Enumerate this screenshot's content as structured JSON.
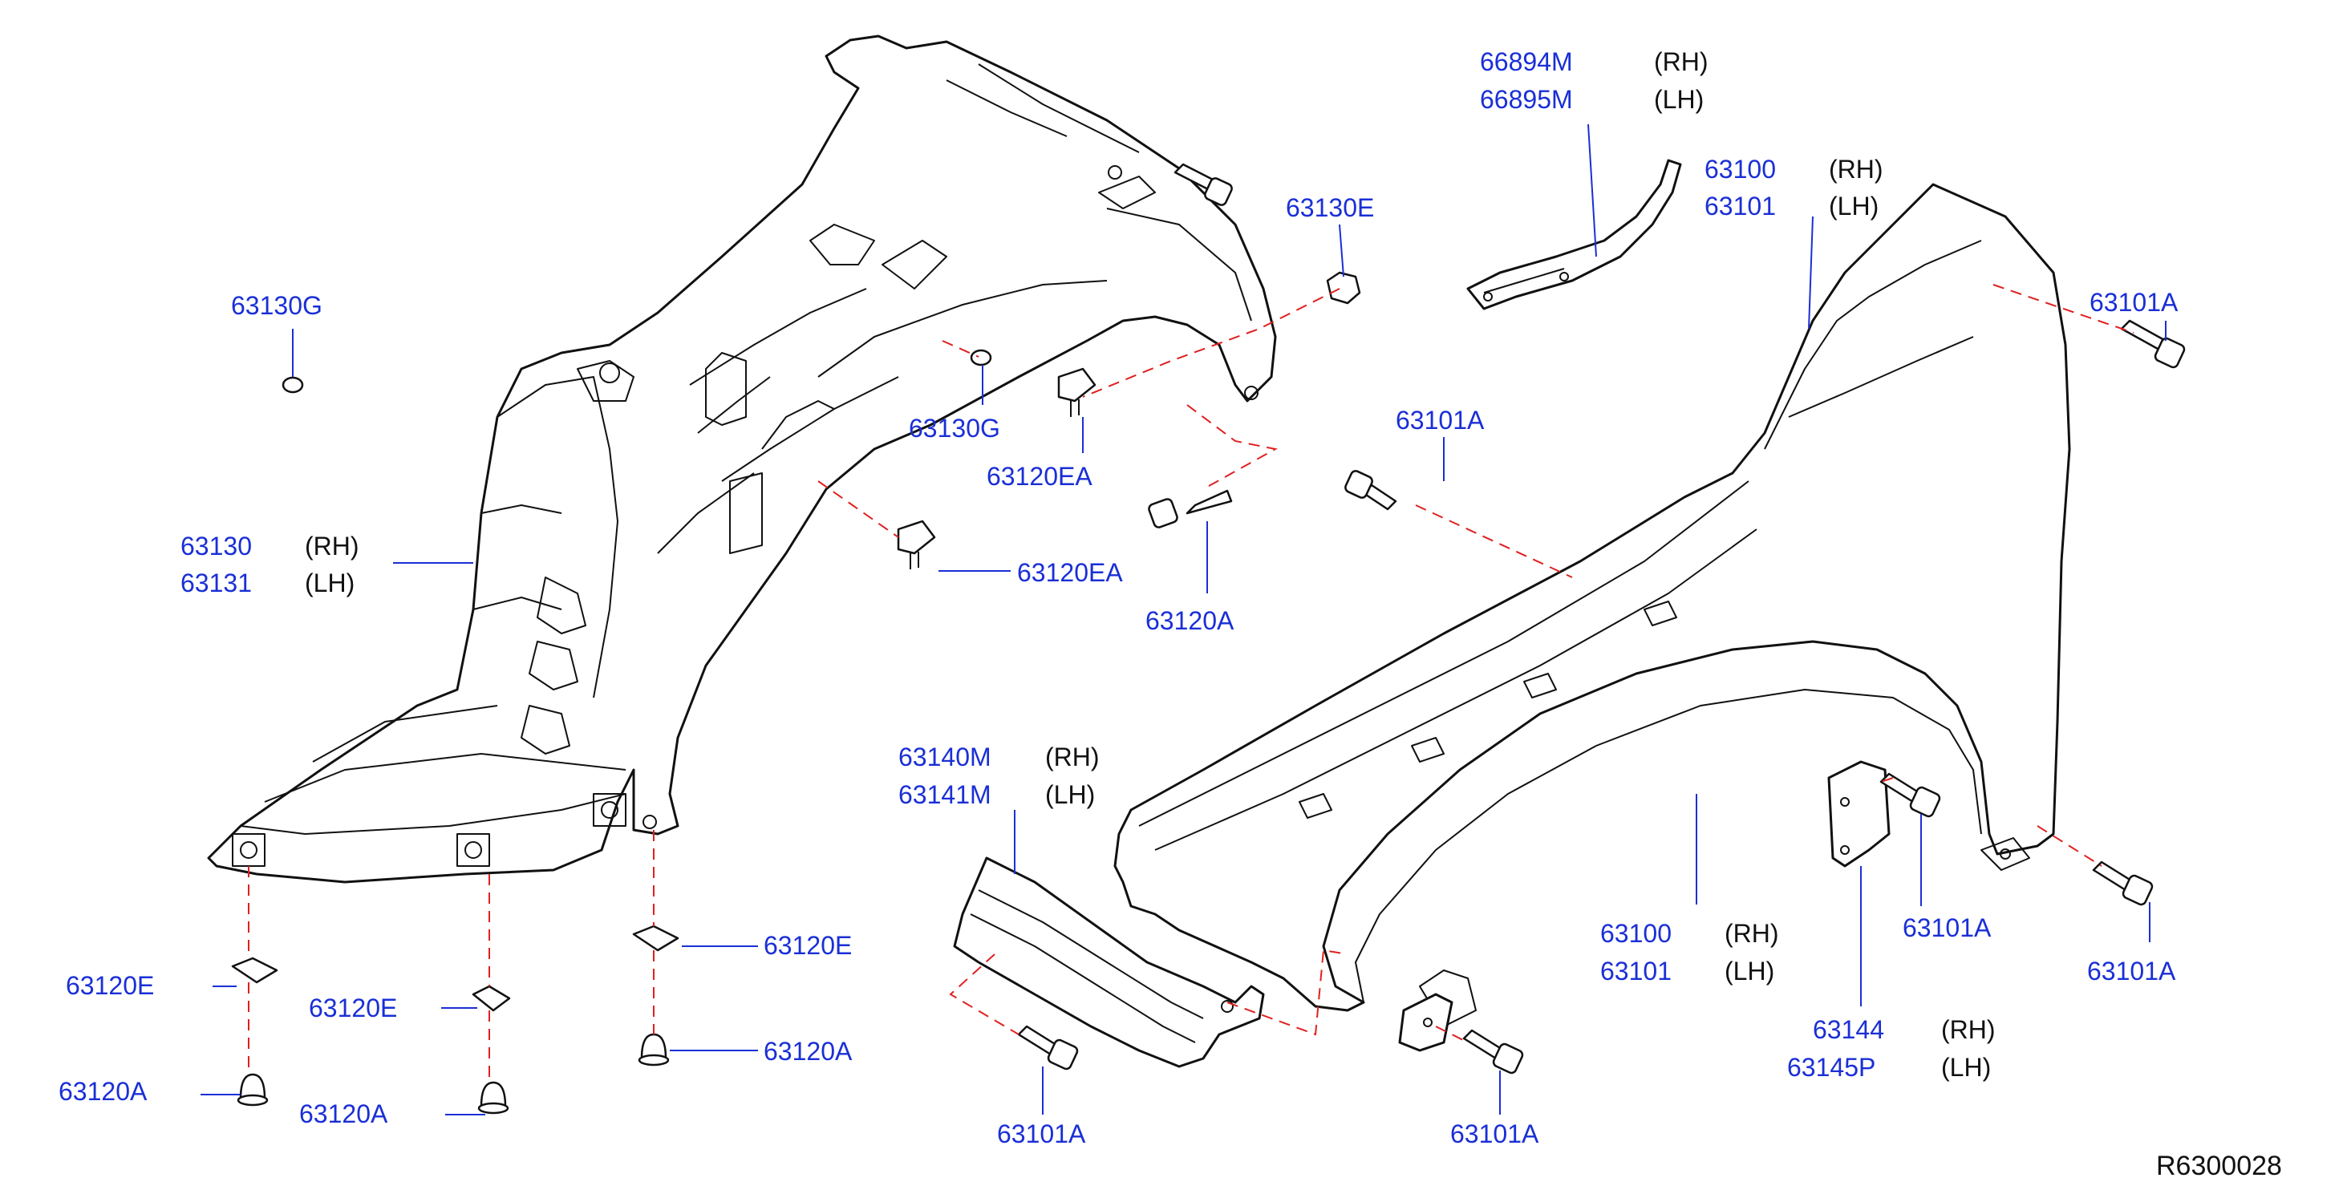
{
  "colors": {
    "part_number": "#1a2fd6",
    "side_text": "#111111",
    "dashed_line": "#e02020",
    "drawing": "#111111"
  },
  "labels": {
    "p66894m": "66894M",
    "p66894m_side": "(RH)",
    "p66895m": "66895M",
    "p66895m_side": "(LH)",
    "p63100_top": "63100",
    "p63100_top_side": "(RH)",
    "p63101_top": "63101",
    "p63101_top_side": "(LH)",
    "p63130e": "63130E",
    "p63101a_r1": "63101A",
    "p63130g_left": "63130G",
    "p63130g_mid": "63130G",
    "p63120ea_1": "63120EA",
    "p63101a_mid": "63101A",
    "p63130": "63130",
    "p63130_side": "(RH)",
    "p63131": "63131",
    "p63131_side": "(LH)",
    "p63120ea_2": "63120EA",
    "p63120a_mid": "63120A",
    "p63140m": "63140M",
    "p63140m_side": "(RH)",
    "p63141m": "63141M",
    "p63141m_side": "(LH)",
    "p63120e_right": "63120E",
    "p63120e_left": "63120E",
    "p63120e_mid": "63120E",
    "p63120a_right": "63120A",
    "p63120a_left": "63120A",
    "p63120a_mid2": "63120A",
    "p63100_bot": "63100",
    "p63100_bot_side": "(RH)",
    "p63101_bot": "63101",
    "p63101_bot_side": "(LH)",
    "p63101a_r2": "63101A",
    "p63101a_r3": "63101A",
    "p63144": "63144",
    "p63144_side": "(RH)",
    "p63145p": "63145P",
    "p63145p_side": "(LH)",
    "p63101a_b1": "63101A",
    "p63101a_b2": "63101A",
    "ref": "R6300028"
  }
}
